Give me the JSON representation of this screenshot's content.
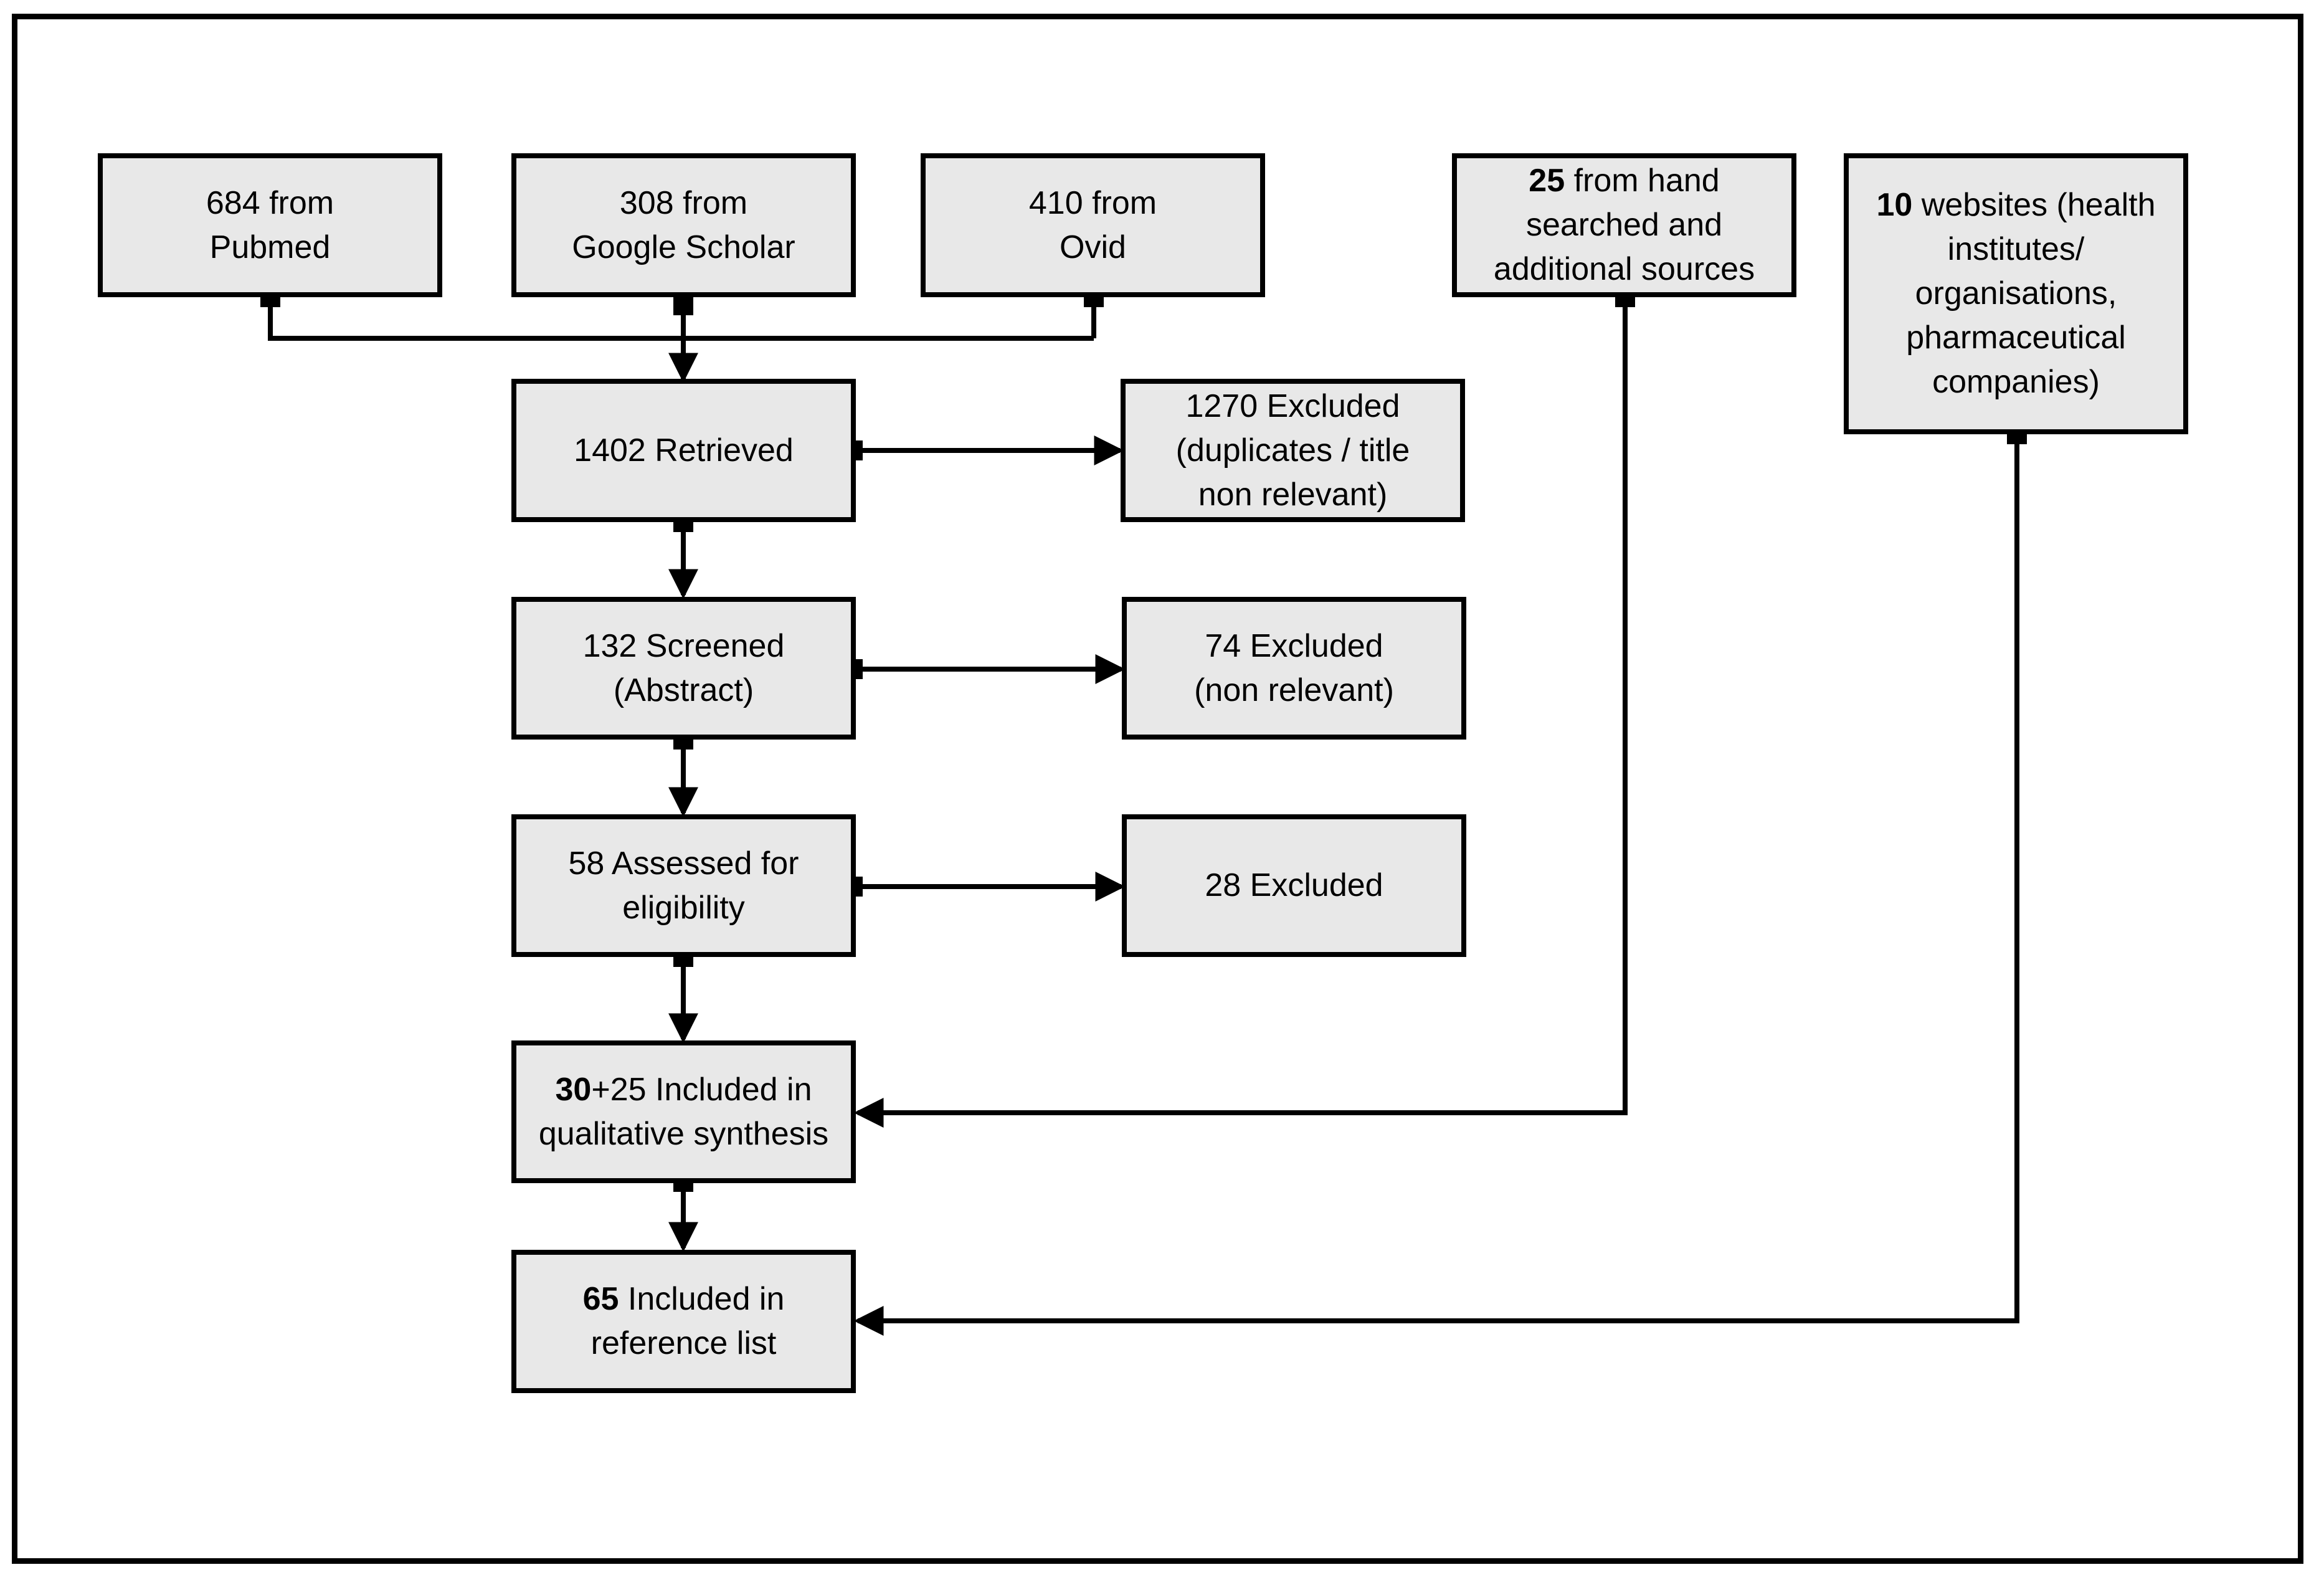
{
  "diagram": {
    "sources": {
      "pubmed": [
        "684 from",
        "Pubmed"
      ],
      "google_scholar": [
        "308 from",
        "Google Scholar"
      ],
      "ovid": [
        "410 from",
        "Ovid"
      ],
      "hand_searched": {
        "bold": "25",
        "rest": " from hand",
        "lines": [
          "searched and",
          "additional sources"
        ]
      },
      "websites": {
        "bold": "10",
        "rest": " websites (health",
        "lines": [
          "institutes/",
          "organisations,",
          "pharmaceutical",
          "companies)"
        ]
      }
    },
    "steps": {
      "retrieved": [
        "1402 Retrieved"
      ],
      "screened": [
        "132 Screened",
        "(Abstract)"
      ],
      "assessed": [
        "58 Assessed for",
        "eligibility"
      ],
      "included_qualitative": {
        "bold": "30",
        "rest": "+25 Included in",
        "lines": [
          "qualitative synthesis"
        ]
      },
      "included_reference": {
        "bold": "65",
        "rest": " Included in",
        "lines": [
          "reference list"
        ]
      }
    },
    "exclusions": {
      "retrieved_excluded": [
        "1270 Excluded",
        "(duplicates / title",
        "non relevant)"
      ],
      "screened_excluded": [
        "74 Excluded",
        "(non relevant)"
      ],
      "assessed_excluded": [
        "28 Excluded"
      ]
    }
  }
}
